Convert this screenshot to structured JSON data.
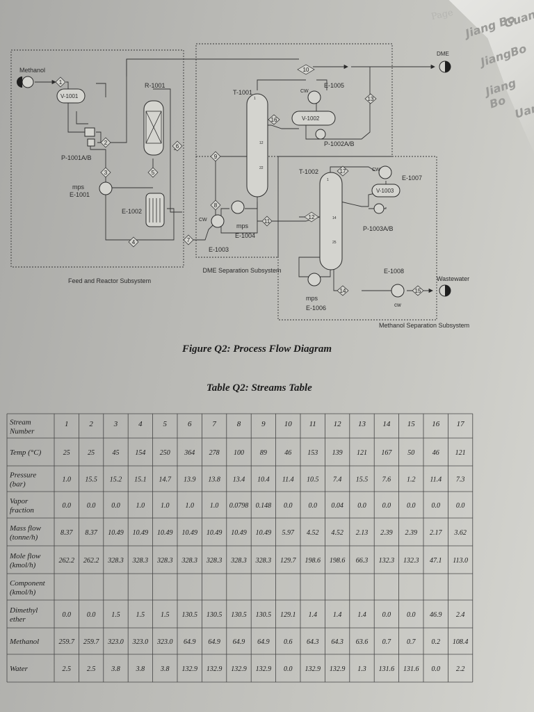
{
  "page": {
    "page_number_text": "Page",
    "watermark_marks": [
      "Jiang Bo",
      "Guang",
      "JiangBo",
      "Jiang Bo",
      "Uan"
    ]
  },
  "diagram": {
    "title": "Figure Q2: Process Flow Diagram",
    "subsystems": [
      "Feed and Reactor Subsystem",
      "DME Separation Subsystem",
      "Methanol Separation Subsystem"
    ],
    "feeds_products": {
      "methanol": "Methanol",
      "dme": "DME",
      "wastewater": "Wastewater"
    },
    "equipment": {
      "v1001": "V-1001",
      "r1001": "R-1001",
      "p1001": "P-1001A/B",
      "e1001": "E-1001",
      "e1002": "E-1002",
      "t1001": "T-1001",
      "e1005": "E-1005",
      "v1002": "V-1002",
      "p1002": "P-1002A/B",
      "e1003": "E-1003",
      "e1004": "E-1004",
      "t1002": "T-1002",
      "e1007": "E-1007",
      "v1003": "V-1003",
      "p1003": "P-1003A/B",
      "e1006": "E-1006",
      "e1008": "E-1008"
    },
    "utilities": {
      "mps": "mps",
      "cw": "cw",
      "cw_upper": "CW"
    },
    "tray_numbers": [
      "1",
      "12",
      "22",
      "1",
      "14",
      "25"
    ],
    "stream_tags": [
      "1",
      "2",
      "3",
      "4",
      "5",
      "6",
      "7",
      "8",
      "9",
      "10",
      "11",
      "12",
      "13",
      "14",
      "15",
      "16",
      "17"
    ]
  },
  "table": {
    "title": "Table Q2: Streams Table",
    "row_labels": [
      "Stream Number",
      "Temp (°C)",
      "Pressure (bar)",
      "Vapor fraction",
      "Mass flow (tonne/h)",
      "Mole flow (kmol/h)",
      "Component (kmol/h)",
      "Dimethyl ether",
      "Methanol",
      "Water"
    ],
    "columns": [
      "1",
      "2",
      "3",
      "4",
      "5",
      "6",
      "7",
      "8",
      "9",
      "10",
      "11",
      "12",
      "13",
      "14",
      "15",
      "16",
      "17"
    ],
    "rows": {
      "temp": [
        "25",
        "25",
        "45",
        "154",
        "250",
        "364",
        "278",
        "100",
        "89",
        "46",
        "153",
        "139",
        "121",
        "167",
        "50",
        "46",
        "121"
      ],
      "pressure": [
        "1.0",
        "15.5",
        "15.2",
        "15.1",
        "14.7",
        "13.9",
        "13.8",
        "13.4",
        "10.4",
        "11.4",
        "10.5",
        "7.4",
        "15.5",
        "7.6",
        "1.2",
        "11.4",
        "7.3"
      ],
      "vapor": [
        "0.0",
        "0.0",
        "0.0",
        "1.0",
        "1.0",
        "1.0",
        "1.0",
        "0.0798",
        "0.148",
        "0.0",
        "0.0",
        "0.04",
        "0.0",
        "0.0",
        "0.0",
        "0.0",
        "0.0"
      ],
      "mass": [
        "8.37",
        "8.37",
        "10.49",
        "10.49",
        "10.49",
        "10.49",
        "10.49",
        "10.49",
        "10.49",
        "5.97",
        "4.52",
        "4.52",
        "2.13",
        "2.39",
        "2.39",
        "2.17",
        "3.62"
      ],
      "mole": [
        "262.2",
        "262.2",
        "328.3",
        "328.3",
        "328.3",
        "328.3",
        "328.3",
        "328.3",
        "328.3",
        "129.7",
        "198.6",
        "198.6",
        "66.3",
        "132.3",
        "132.3",
        "47.1",
        "113.0"
      ],
      "dme": [
        "0.0",
        "0.0",
        "1.5",
        "1.5",
        "1.5",
        "130.5",
        "130.5",
        "130.5",
        "130.5",
        "129.1",
        "1.4",
        "1.4",
        "1.4",
        "0.0",
        "0.0",
        "46.9",
        "2.4"
      ],
      "methanol": [
        "259.7",
        "259.7",
        "323.0",
        "323.0",
        "323.0",
        "64.9",
        "64.9",
        "64.9",
        "64.9",
        "0.6",
        "64.3",
        "64.3",
        "63.6",
        "0.7",
        "0.7",
        "0.2",
        "108.4"
      ],
      "water": [
        "2.5",
        "2.5",
        "3.8",
        "3.8",
        "3.8",
        "132.9",
        "132.9",
        "132.9",
        "132.9",
        "0.0",
        "132.9",
        "132.9",
        "1.3",
        "131.6",
        "131.6",
        "0.0",
        "2.2"
      ]
    }
  }
}
